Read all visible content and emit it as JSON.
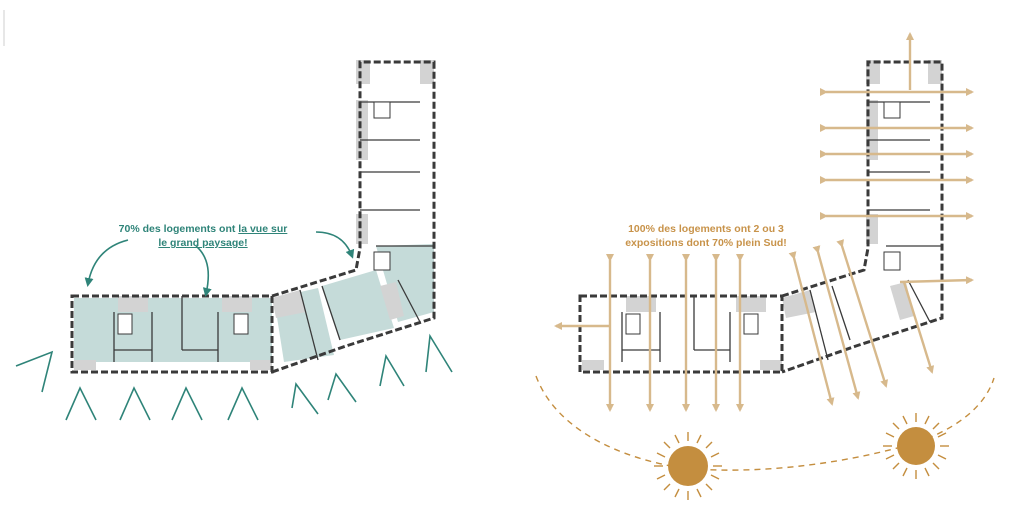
{
  "colors": {
    "teal": "#2f8479",
    "teal_fill": "#c5dbd9",
    "tan": "#d7b98c",
    "gold": "#c48e3f",
    "gold_text": "#c8934a",
    "wall": "#3a3a3a",
    "grey_fill": "#d3d3d3"
  },
  "left_panel": {
    "caption_line1_plain": "70% des logements ont ",
    "caption_line1_link": "la vue sur",
    "caption_line2_link": "le grand paysage!"
  },
  "right_panel": {
    "caption_line1": "100% des logements ont 2 ou 3",
    "caption_line2": "expositions dont 70% plein Sud!"
  }
}
